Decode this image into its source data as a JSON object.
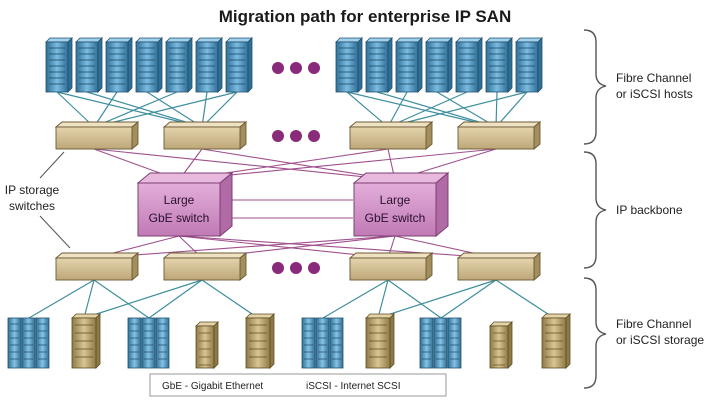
{
  "title": "Migration path for enterprise IP SAN",
  "labels": {
    "hosts": [
      "Fibre Channel",
      "or iSCSI hosts"
    ],
    "backbone": [
      "IP backbone"
    ],
    "storage": [
      "Fibre Channel",
      "or iSCSI storage"
    ],
    "ip_switches": [
      "IP storage",
      "switches"
    ],
    "large_switch": [
      "Large",
      "GbE switch"
    ]
  },
  "legend": {
    "gbe": "GbE - Gigabit Ethernet",
    "iscsi": "iSCSI - Internet SCSI"
  },
  "colors": {
    "host": "#4f9cc4",
    "edge_switch": "#cdb88a",
    "core_switch": "#cf8fc8",
    "teal_link": "#3f8f9e",
    "purple_link": "#a0508e",
    "dots": "#8a2a7a",
    "storage_blue": "#5aa0cc",
    "storage_tan": "#b7a06a"
  }
}
